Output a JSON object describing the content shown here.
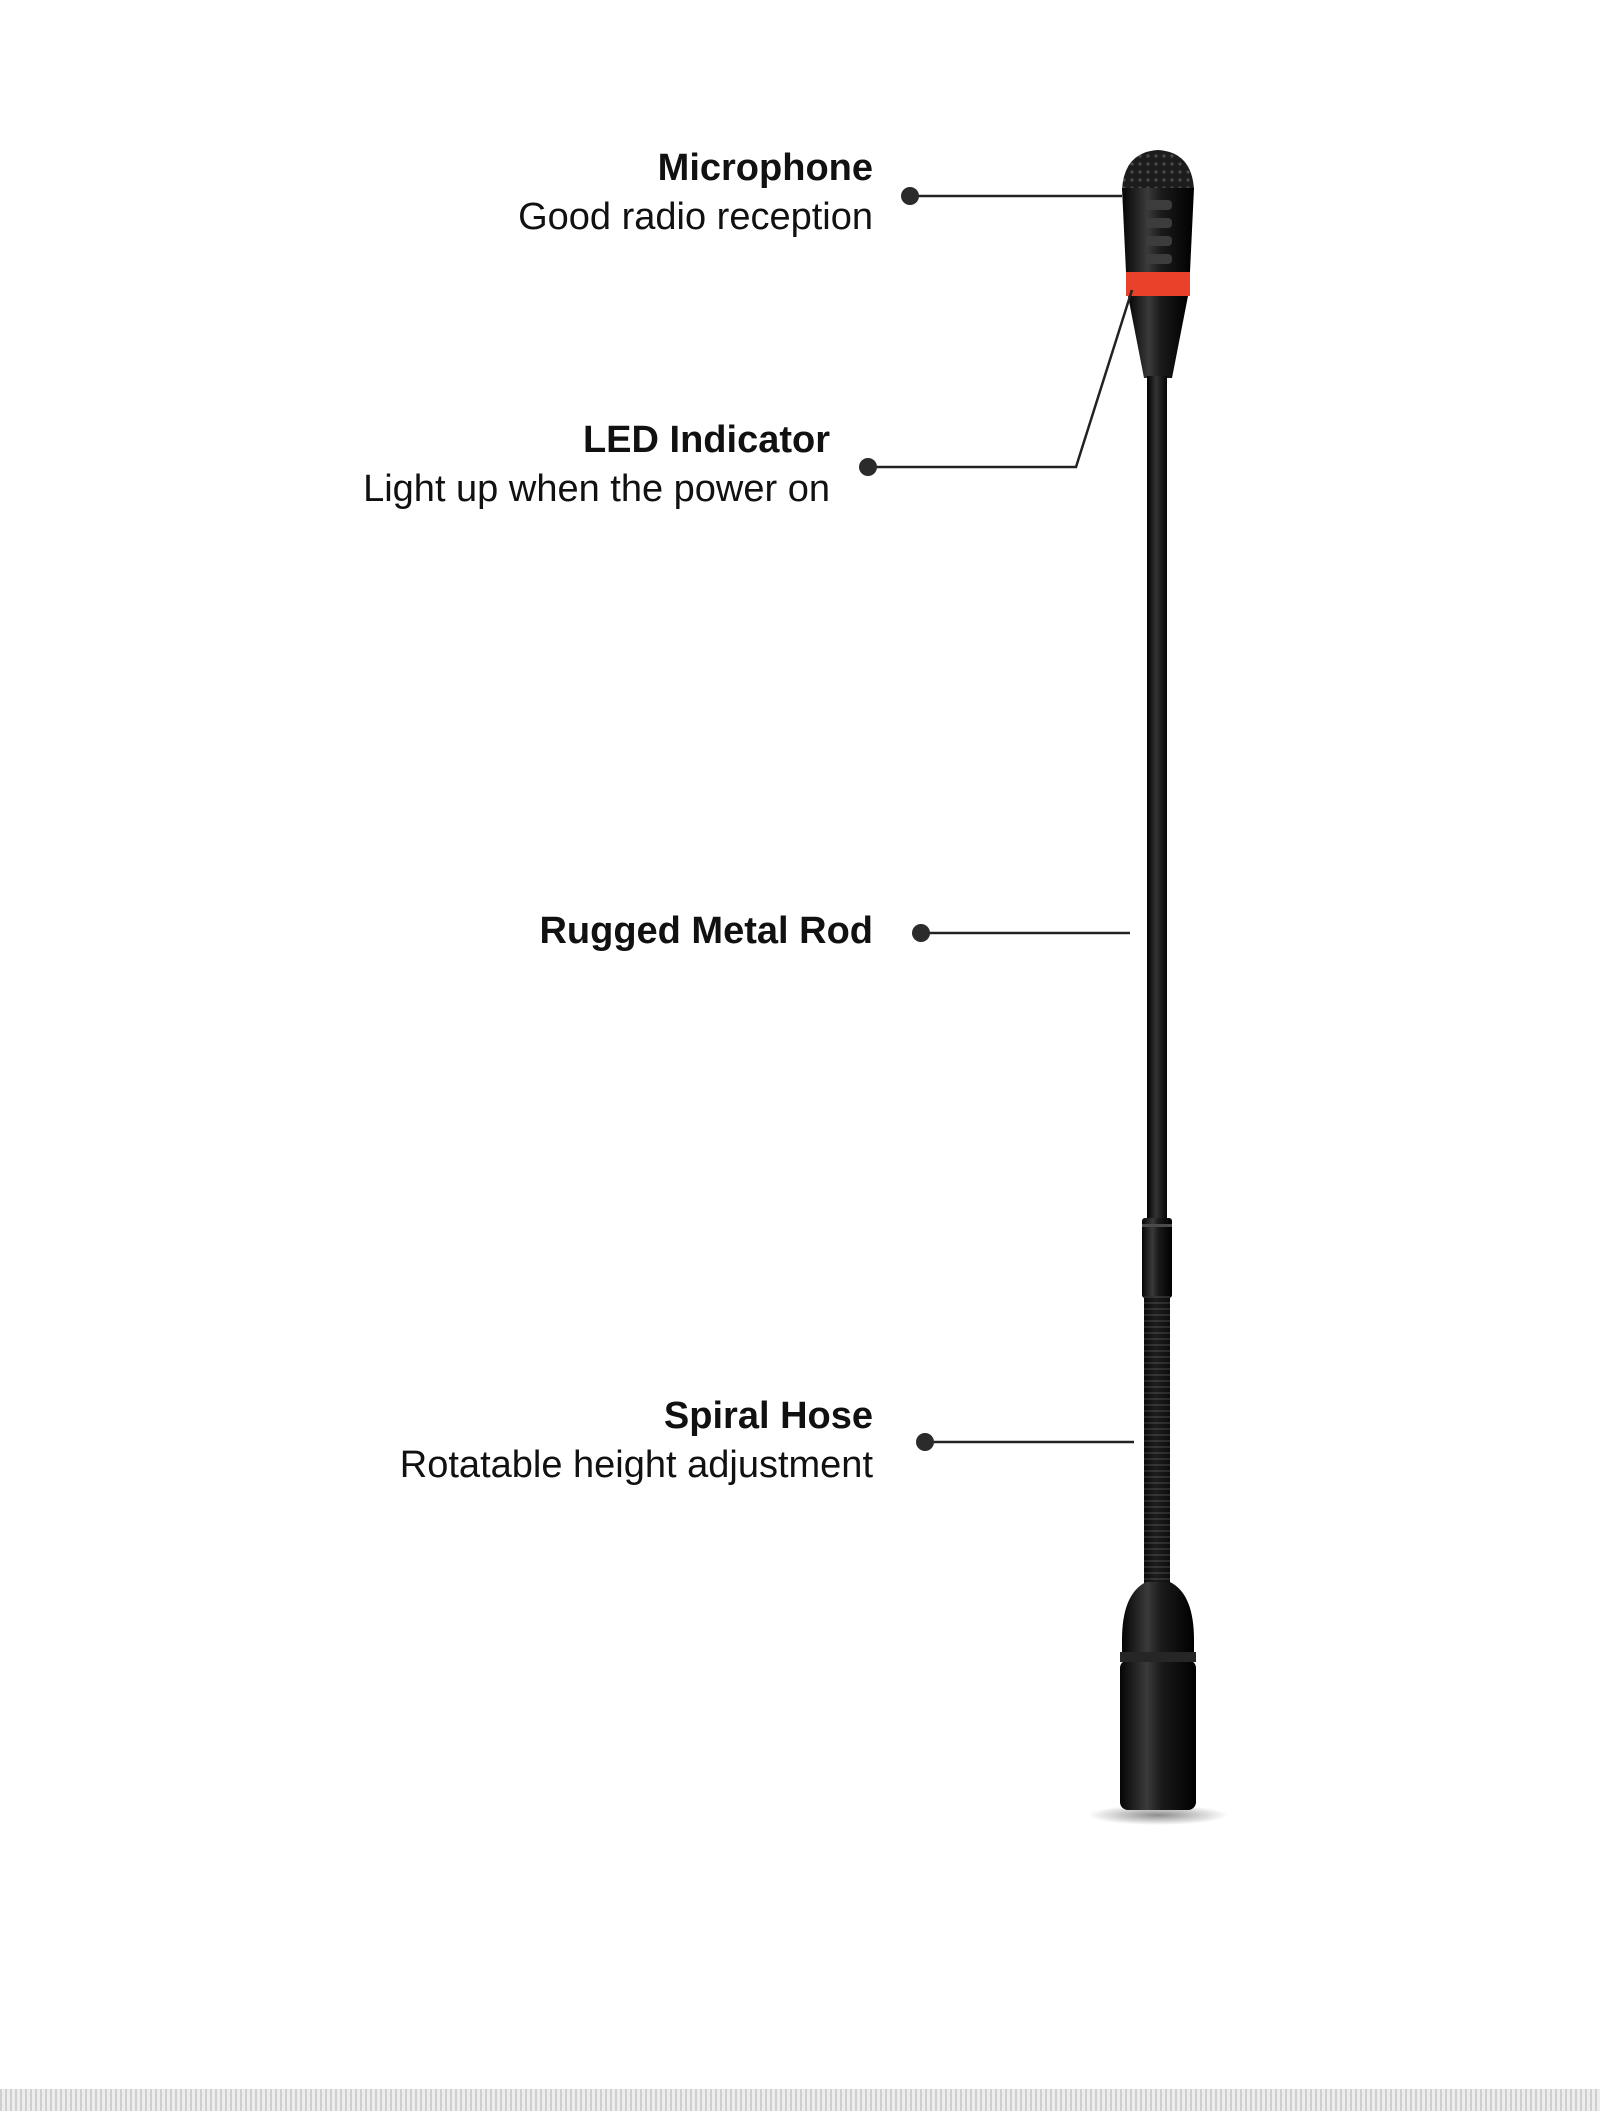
{
  "callouts": {
    "microphone": {
      "title": "Microphone",
      "description": "Good radio reception"
    },
    "led_indicator": {
      "title": "LED Indicator",
      "description": "Light up when the power on"
    },
    "rugged_metal_rod": {
      "title": "Rugged Metal Rod"
    },
    "spiral_hose": {
      "title": "Spiral Hose",
      "description": "Rotatable height adjustment"
    }
  },
  "colors": {
    "led_ring": "#e8432a",
    "microphone_body": "#111111",
    "leader_line": "#222222"
  }
}
